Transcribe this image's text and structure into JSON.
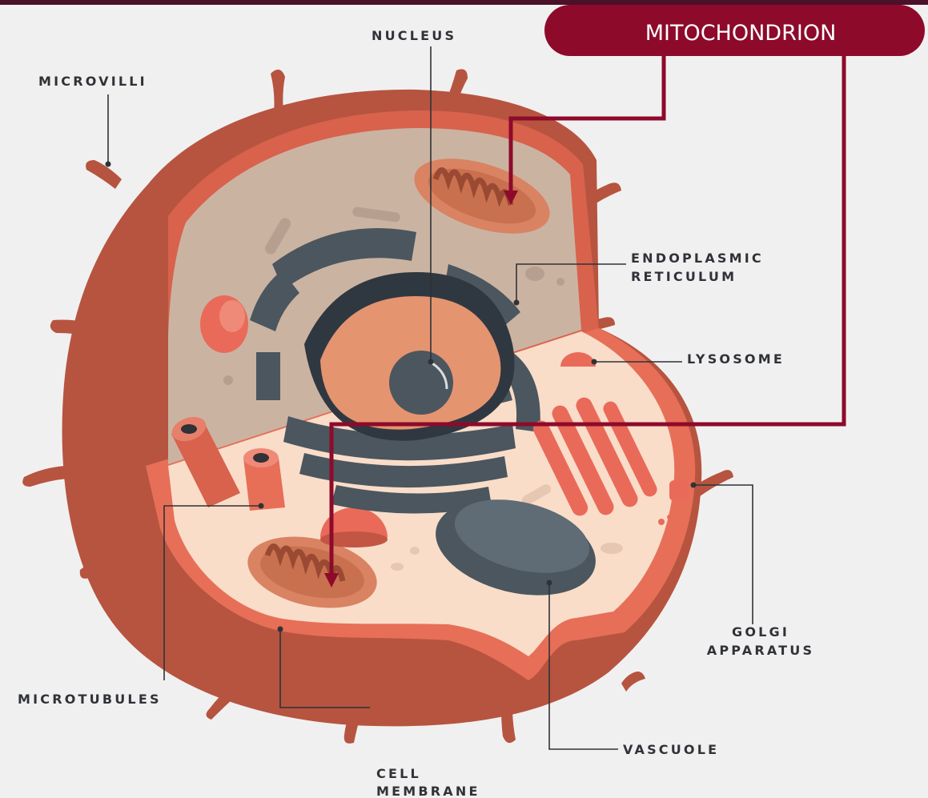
{
  "labels": {
    "nucleus": "NUCLEUS",
    "microvilli": "MICROVILLI",
    "endoplasmic_1": "ENDOPLASMIC",
    "endoplasmic_2": "RETICULUM",
    "lysosome": "LYSOSOME",
    "golgi_1": "GOLGI",
    "golgi_2": "APPARATUS",
    "microtubules": "MICROTUBULES",
    "vascuole": "VASCUOLE",
    "membrane_1": "CELL",
    "membrane_2": "MEMBRANE"
  },
  "highlight": {
    "label": "MITOCHONDRION"
  },
  "colors": {
    "background": "#f1f0f0",
    "top_bar": "#4b1129",
    "highlight": "#8d0a2b",
    "cell_outer": "#b65440",
    "cell_rim": "#e76f57",
    "cytoplasm_back": "#cbb3a2",
    "cytoplasm_floor": "#f9ddc9",
    "organelle_dark": "#4b565f",
    "label_text": "#2f3237"
  }
}
